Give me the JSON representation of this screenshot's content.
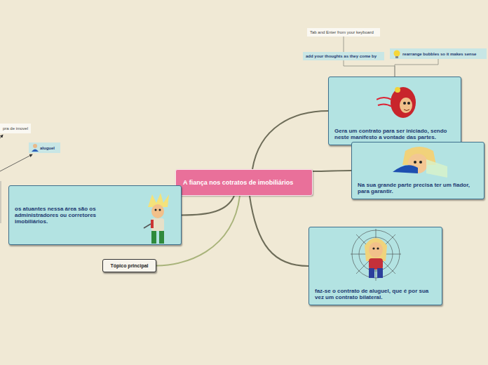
{
  "diagram": {
    "nodes": [
      {
        "text": [
          "A fiança nos cotratos de imobiliários"
        ]
      },
      {
        "text": [
          "Gera um contrato para ser iniciado, sendo neste manifesto a vontade das partes."
        ]
      },
      {
        "text": [
          "add your thoughts as they come by"
        ]
      },
      {
        "text": [
          "Tab and Enter from your keyboard"
        ]
      },
      {
        "text": [
          "rearrange bubbles so it makes sense"
        ]
      },
      {
        "text": [
          "Na sua grande parte precisa ter um fiador, para garantir."
        ]
      },
      {
        "text": [
          "faz-se o contrato de aluguel, que é por sua vez um contrato bilateral."
        ]
      },
      {
        "text": [
          "os atuantes nessa área são os administradores ou corretores imobiliários."
        ]
      },
      {
        "text": [
          "Tópico principal"
        ]
      },
      {
        "text": [
          "pra de imovel"
        ]
      },
      {
        "text": [
          "aluguel"
        ]
      }
    ],
    "edges": [
      {
        "from": 0,
        "to": 1,
        "arrow": "none"
      },
      {
        "from": 1,
        "to": 2,
        "arrow": "none"
      },
      {
        "from": 2,
        "to": 3,
        "arrow": "none"
      },
      {
        "from": 1,
        "to": 4,
        "arrow": "none"
      },
      {
        "from": 0,
        "to": 5,
        "arrow": "none"
      },
      {
        "from": 0,
        "to": 6,
        "arrow": "none"
      },
      {
        "from": 0,
        "to": 7,
        "arrow": "none"
      },
      {
        "from": 0,
        "to": 8,
        "arrow": "none"
      }
    ]
  }
}
